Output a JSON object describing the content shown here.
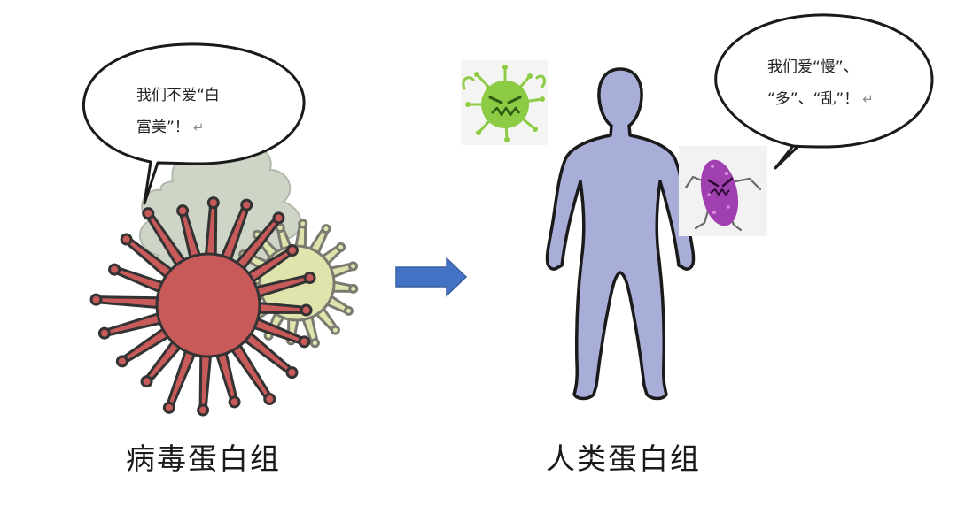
{
  "left_bubble": {
    "line1": "我们不爱“白",
    "line2": "富美”！",
    "return_mark": "↵"
  },
  "right_bubble": {
    "line1": "我们爱“慢”、",
    "line2": "“多”、“乱”！",
    "return_mark": "↵"
  },
  "captions": {
    "left": "病毒蛋白组",
    "right": "人类蛋白组"
  },
  "colors": {
    "arrow": "#4472c4",
    "human_body": "#a8aed8",
    "red_virus": "#c85a5a",
    "yellow_virus": "#dfe3ac",
    "gray_virus": "#c9d1c2",
    "green_microbe": "#8ccc44",
    "purple_microbe": "#a040b0"
  },
  "icons": [
    "red-virus-icon",
    "yellow-virus-icon",
    "gray-virus-icon",
    "green-microbe-icon",
    "purple-microbe-icon",
    "human-silhouette-icon",
    "right-arrow-icon"
  ]
}
